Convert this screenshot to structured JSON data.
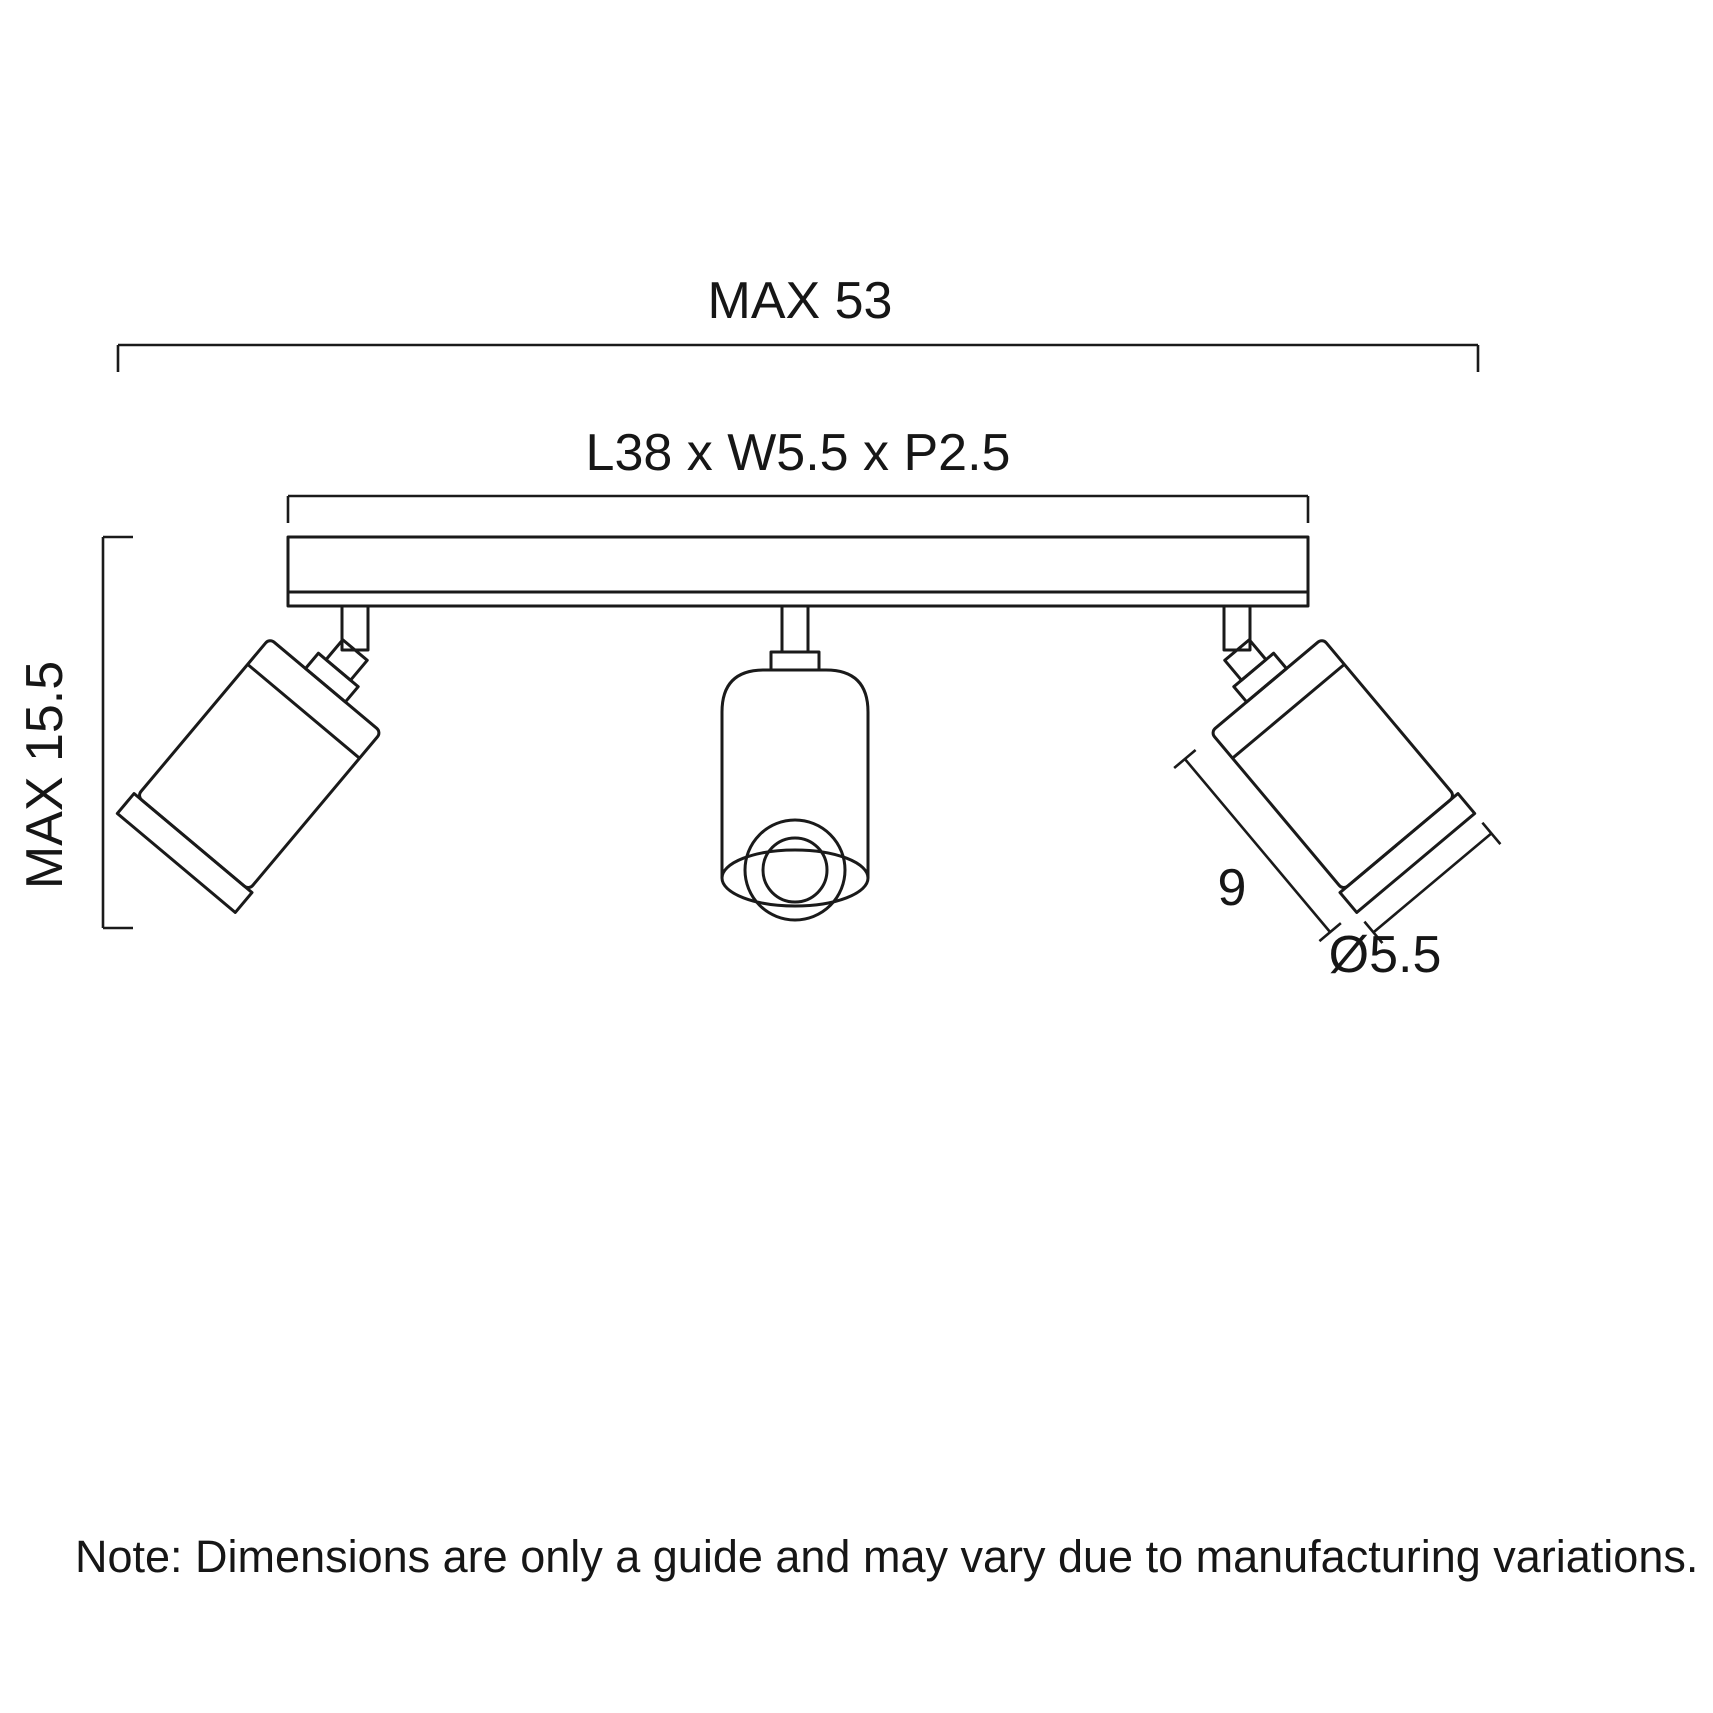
{
  "page": {
    "background": "#ffffff",
    "line_color": "#1a1a1a"
  },
  "labels": {
    "overall_width": "MAX 53",
    "plate_dims": "L38 x W5.5 x P2.5",
    "overall_height": "MAX 15.5",
    "spot_length": "9",
    "spot_diameter": "Ø5.5"
  },
  "note": "Note: Dimensions are only a guide and may vary due to manufacturing variations."
}
